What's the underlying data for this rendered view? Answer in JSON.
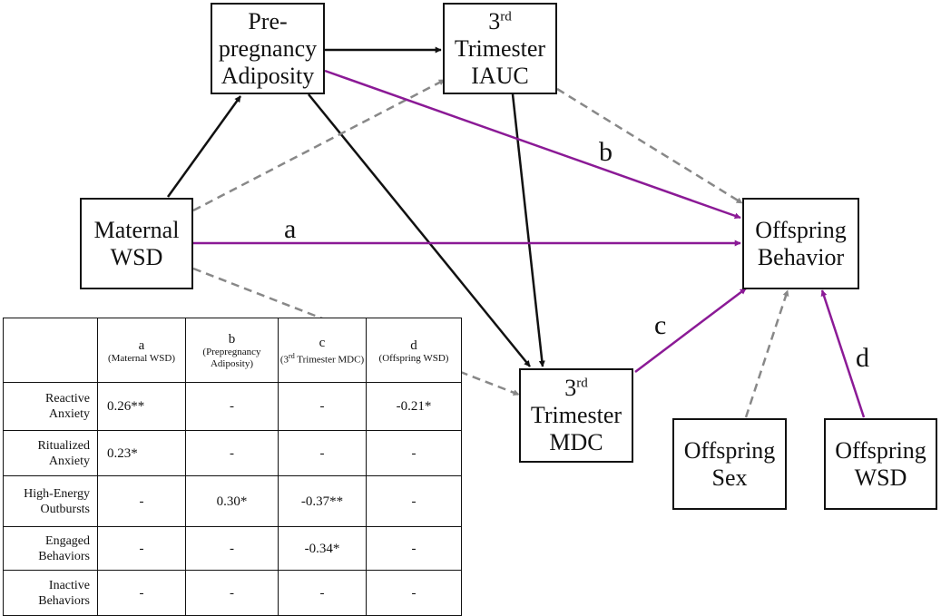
{
  "nodes": {
    "prepregnancy": {
      "lines": [
        "Pre-",
        "pregnancy",
        "Adiposity"
      ]
    },
    "trimester_iauc": {
      "sup": "rd",
      "lines": [
        "3",
        "Trimester",
        "IAUC"
      ]
    },
    "maternal_wsd": {
      "lines": [
        "Maternal",
        "WSD"
      ]
    },
    "offspring_behavior": {
      "lines": [
        "Offspring",
        "Behavior"
      ]
    },
    "trimester_mdc": {
      "sup": "rd",
      "lines": [
        "3",
        "Trimester",
        "MDC"
      ]
    },
    "offspring_sex": {
      "lines": [
        "Offspring",
        "Sex"
      ]
    },
    "offspring_wsd": {
      "lines": [
        "Offspring",
        "WSD"
      ]
    }
  },
  "path_labels": {
    "a": "a",
    "b": "b",
    "c": "c",
    "d": "d"
  },
  "edges": [
    {
      "from": "maternal_wsd",
      "to": "prepregnancy",
      "style": "solid",
      "color": "#111111"
    },
    {
      "from": "prepregnancy",
      "to": "trimester_iauc",
      "style": "solid",
      "color": "#111111"
    },
    {
      "from": "prepregnancy",
      "to": "trimester_mdc",
      "style": "solid",
      "color": "#111111"
    },
    {
      "from": "trimester_iauc",
      "to": "trimester_mdc",
      "style": "solid",
      "color": "#111111"
    },
    {
      "from": "maternal_wsd",
      "to": "trimester_iauc",
      "style": "dashed",
      "color": "#888888"
    },
    {
      "from": "maternal_wsd",
      "to": "trimester_mdc",
      "style": "dashed",
      "color": "#888888"
    },
    {
      "from": "trimester_iauc",
      "to": "offspring_behavior",
      "style": "dashed",
      "color": "#888888"
    },
    {
      "from": "offspring_sex",
      "to": "offspring_behavior",
      "style": "dashed",
      "color": "#888888"
    },
    {
      "from": "maternal_wsd",
      "to": "offspring_behavior",
      "style": "solid",
      "color": "#8b1a96",
      "label": "a"
    },
    {
      "from": "prepregnancy",
      "to": "offspring_behavior",
      "style": "solid",
      "color": "#8b1a96",
      "label": "b"
    },
    {
      "from": "trimester_mdc",
      "to": "offspring_behavior",
      "style": "solid",
      "color": "#8b1a96",
      "label": "c"
    },
    {
      "from": "offspring_wsd",
      "to": "offspring_behavior",
      "style": "solid",
      "color": "#8b1a96",
      "label": "d"
    }
  ],
  "colors": {
    "path": "#8b1a96",
    "dashed": "#888888",
    "solid": "#111111"
  },
  "table": {
    "columns": [
      {
        "label": "a",
        "sub": "(Maternal WSD)"
      },
      {
        "label": "b",
        "sub": "(Prepregnancy Adiposity)"
      },
      {
        "label": "c",
        "sub_pre": "(3",
        "sub_sup": "rd",
        "sub_post": " Trimester MDC)"
      },
      {
        "label": "d",
        "sub": "(Offspring WSD)"
      }
    ],
    "rows": [
      {
        "label": [
          "Reactive",
          "Anxiety"
        ],
        "values": [
          "0.26**",
          "-",
          "-",
          "-0.21*"
        ]
      },
      {
        "label": [
          "Ritualized",
          "Anxiety"
        ],
        "values": [
          "0.23*",
          "-",
          "-",
          "-"
        ]
      },
      {
        "label": [
          "High-Energy",
          "Outbursts"
        ],
        "values": [
          "-",
          "0.30*",
          "-0.37**",
          "-"
        ]
      },
      {
        "label": [
          "Engaged",
          "Behaviors"
        ],
        "values": [
          "-",
          "-",
          "-0.34*",
          "-"
        ]
      },
      {
        "label": [
          "Inactive",
          "Behaviors"
        ],
        "values": [
          "-",
          "-",
          "-",
          "-"
        ]
      }
    ]
  }
}
